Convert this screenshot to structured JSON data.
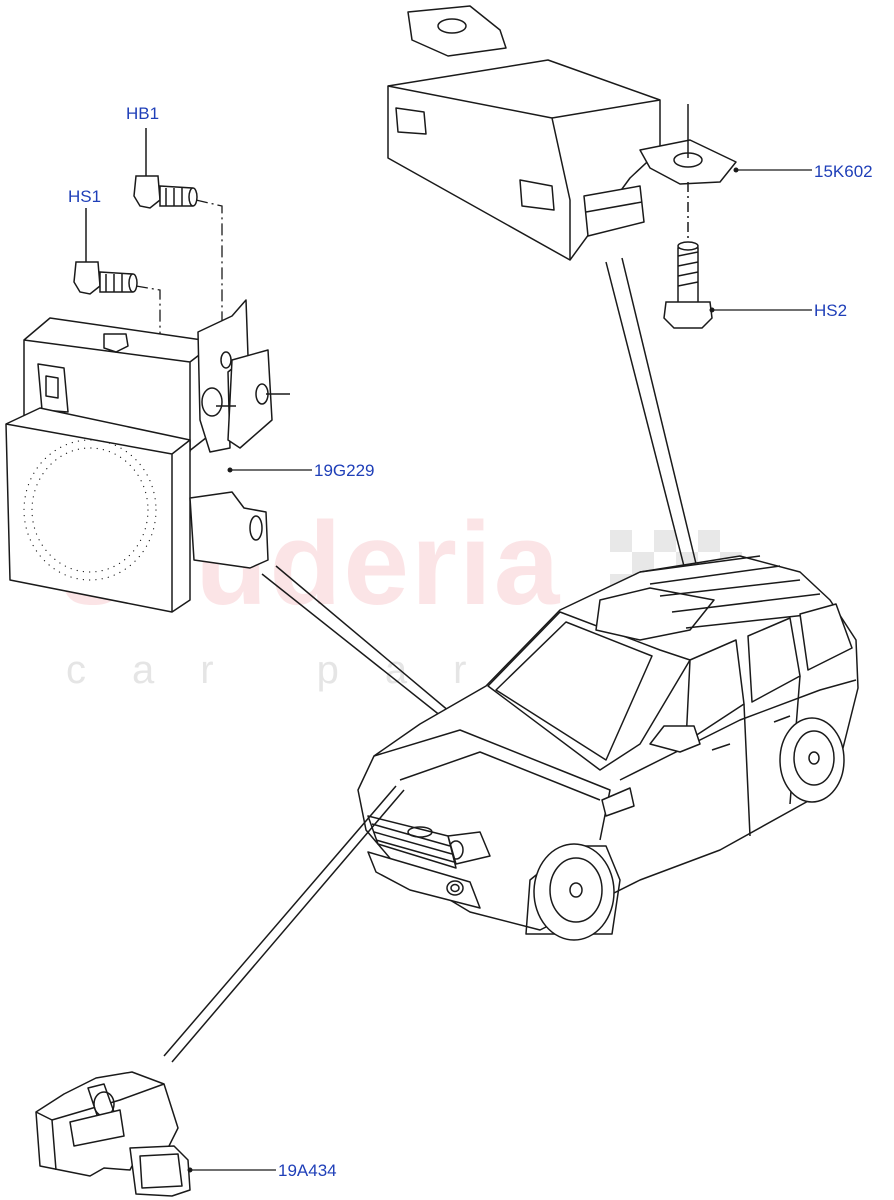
{
  "watermark": {
    "main": "scuderia",
    "sub": "car parts"
  },
  "callouts": {
    "hb1": "HB1",
    "hs1": "HS1",
    "c19g229": "19G229",
    "c15k602": "15K602",
    "hs2": "HS2",
    "c19a434": "19A434"
  },
  "colors": {
    "callout_text": "#1f3fb8",
    "linework": "#1a1a1a",
    "watermark_red": "#e85a64"
  }
}
